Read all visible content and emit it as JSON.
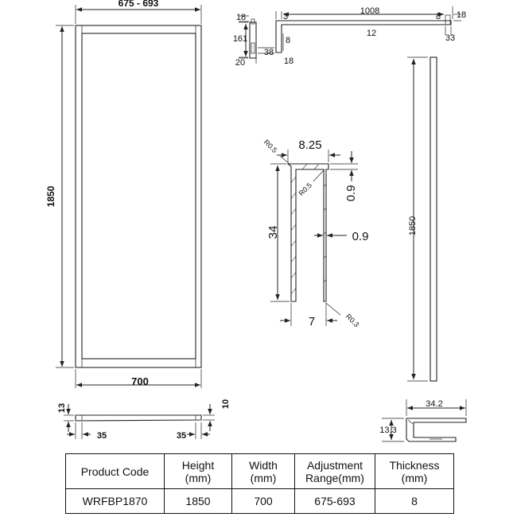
{
  "front_view": {
    "top_dim": "675 - 693",
    "left_dim": "1850",
    "bottom_dim": "700"
  },
  "bottom_view": {
    "left_height": "13",
    "right_height": "10",
    "left_offset": "35",
    "right_offset": "35"
  },
  "bracket_detail": {
    "labels": [
      "18",
      "3",
      "1008",
      "8",
      "18",
      "161",
      "12",
      "8",
      "33",
      "38",
      "20",
      "18"
    ]
  },
  "channel_profile": {
    "width": "8.25",
    "height": "34",
    "top_thickness": "0.9",
    "wall_thickness": "0.9",
    "bottom_width": "7",
    "radius_top_left": "R0.5",
    "radius_inner": "R0.5",
    "radius_bottom": "R0.3"
  },
  "side_view": {
    "height_dim": "1850"
  },
  "channel_section": {
    "width": "34.2",
    "height": "13.3"
  },
  "spec_table": {
    "headers": [
      "Product Code",
      "Height\n(mm)",
      "Width\n(mm)",
      "Adjustment\nRange(mm)",
      "Thickness\n(mm)"
    ],
    "row": [
      "WRFBP1870",
      "1850",
      "700",
      "675-693",
      "8"
    ]
  }
}
